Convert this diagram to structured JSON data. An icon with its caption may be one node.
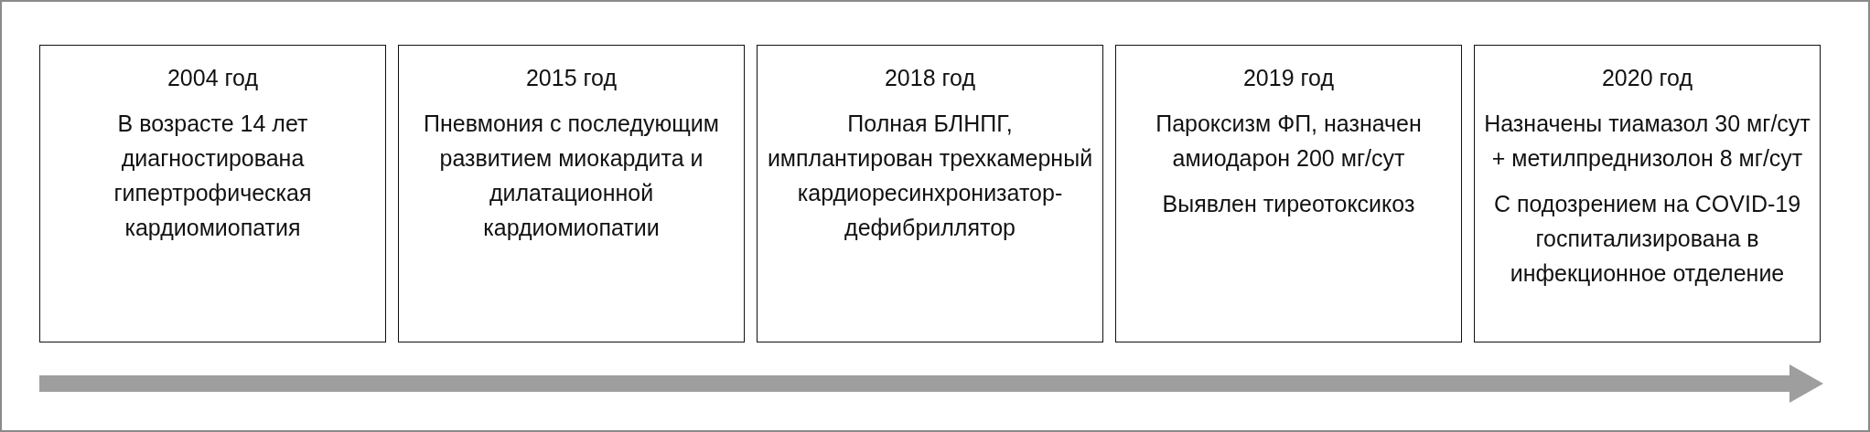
{
  "diagram": {
    "nodes": [
      {
        "text": [
          "2004 год",
          "В возрасте 14 лет диагностирована гипертрофическая кардиомиопатия"
        ]
      },
      {
        "text": [
          "2015 год",
          "Пневмония с последующим развитием миокардита и дилатационной кардиомиопатии"
        ]
      },
      {
        "text": [
          "2018 год",
          "Полная БЛНПГ, имплантирован трехкамерный кардиоресинхронизатор-дефибриллятор"
        ]
      },
      {
        "text": [
          "2019 год",
          "Пароксизм ФП, назначен амиодарон 200 мг/сут",
          "Выявлен тиреотоксикоз"
        ]
      },
      {
        "text": [
          "2020 год",
          "Назначены тиамазол 30 мг/сут + метилпреднизолон 8 мг/сут",
          "С подозрением на COVID-19 госпитализирована в инфекционное отделение"
        ]
      }
    ]
  }
}
